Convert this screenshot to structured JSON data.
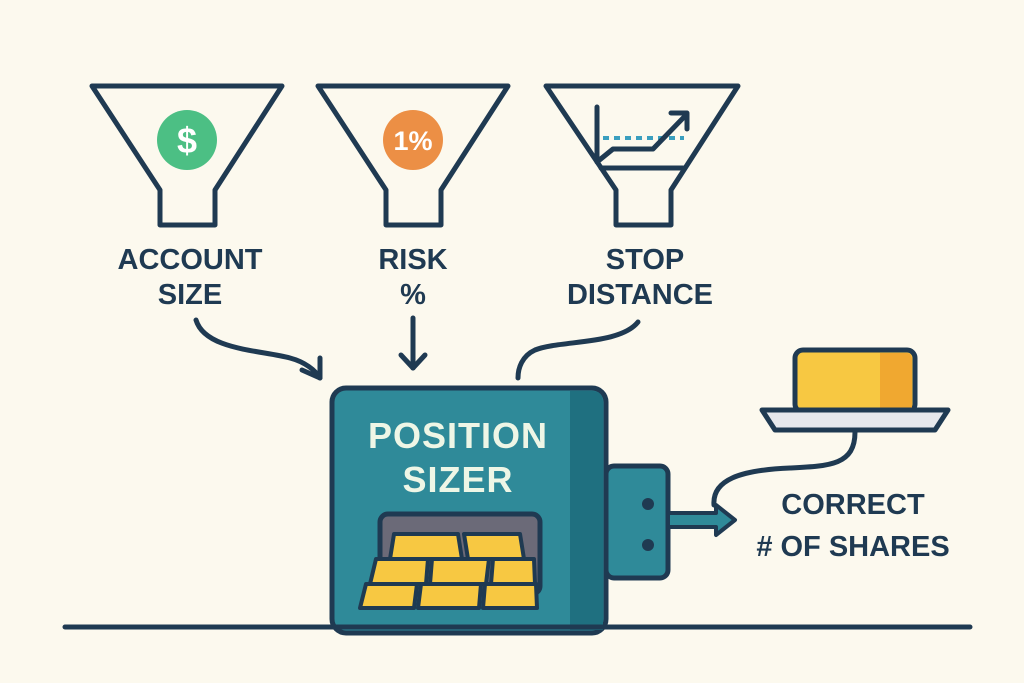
{
  "inputs": [
    {
      "label_line1": "ACCOUNT",
      "label_line2": "SIZE",
      "icon": "dollar-icon",
      "icon_text": "$",
      "color": "#4cbf84"
    },
    {
      "label_line1": "RISK",
      "label_line2": "%",
      "icon": "percent-icon",
      "icon_text": "1%",
      "color": "#ec8f45"
    },
    {
      "label_line1": "STOP",
      "label_line2": "DISTANCE",
      "icon": "chart-arrow-icon",
      "color": "#3a9fbf"
    }
  ],
  "machine": {
    "line1": "POSITION",
    "line2": "SIZER",
    "color": "#2f8a99"
  },
  "output": {
    "line1": "CORRECT",
    "line2": "# OF SHARES",
    "color": "#f7c842"
  },
  "colors": {
    "ink": "#1f3a52",
    "background": "#fcf9ee",
    "gold": "#f7c842"
  }
}
